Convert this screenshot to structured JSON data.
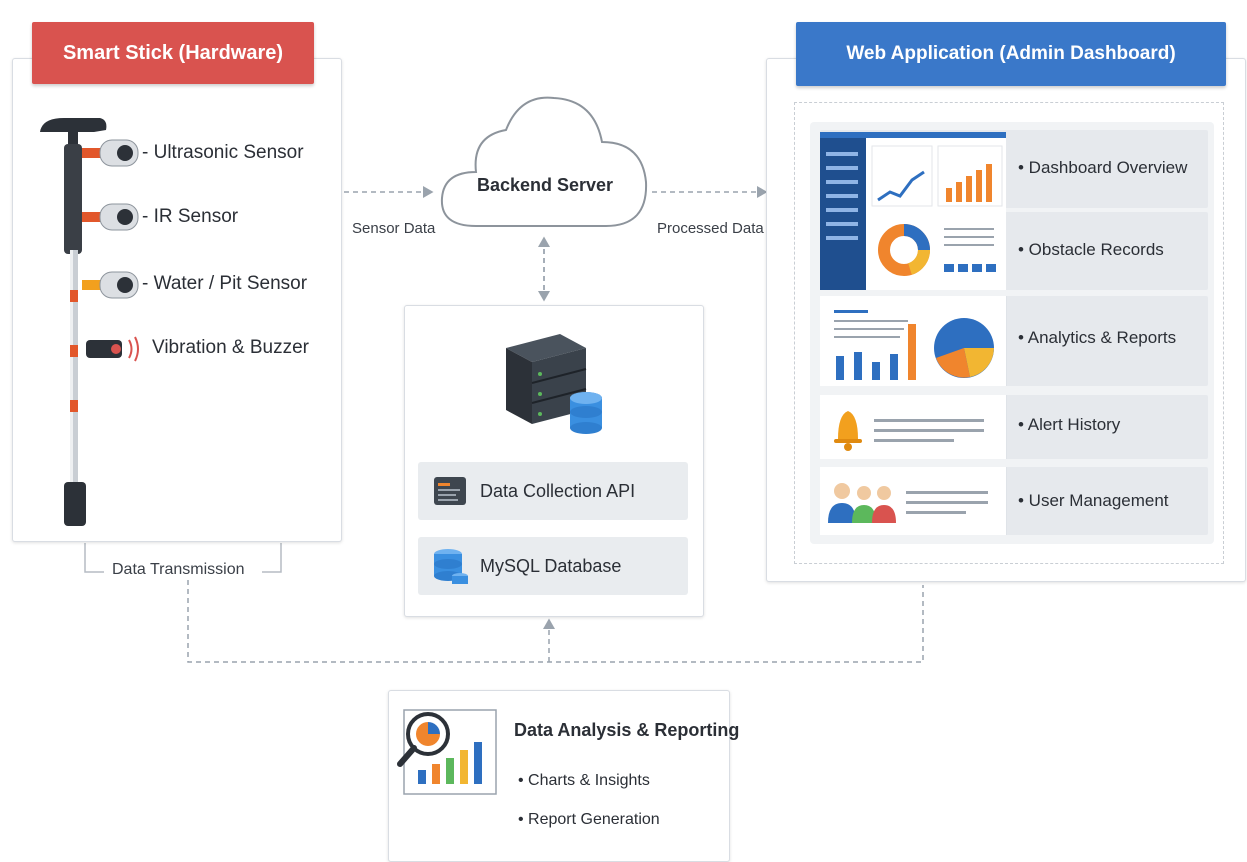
{
  "hardware": {
    "title": "Smart Stick (Hardware)",
    "title_color": "#d9534f",
    "sensors": [
      "- Ultrasonic Sensor",
      "- IR Sensor",
      "- Water / Pit Sensor",
      "Vibration & Buzzer"
    ],
    "transmission_label": "Data Transmission"
  },
  "server": {
    "title": "Backend Server",
    "in_label": "Sensor Data",
    "out_label": "Processed Data",
    "rows": [
      "Data Collection API",
      "MySQL Database"
    ]
  },
  "web_app": {
    "title": "Web Application (Admin Dashboard)",
    "title_color": "#3a78c9",
    "items": [
      "• Dashboard Overview",
      "• Obstacle Records",
      "• Analytics & Reports",
      "• Alert History",
      "• User Management"
    ]
  },
  "analysis": {
    "title": "Data Analysis & Reporting",
    "bullets": [
      "• Charts & Insights",
      "• Report Generation"
    ]
  },
  "colors": {
    "blue": "#3a78c9",
    "orange": "#f0852d",
    "yellow": "#f2b632",
    "green": "#5cb85c",
    "dark": "#2f3a45"
  }
}
